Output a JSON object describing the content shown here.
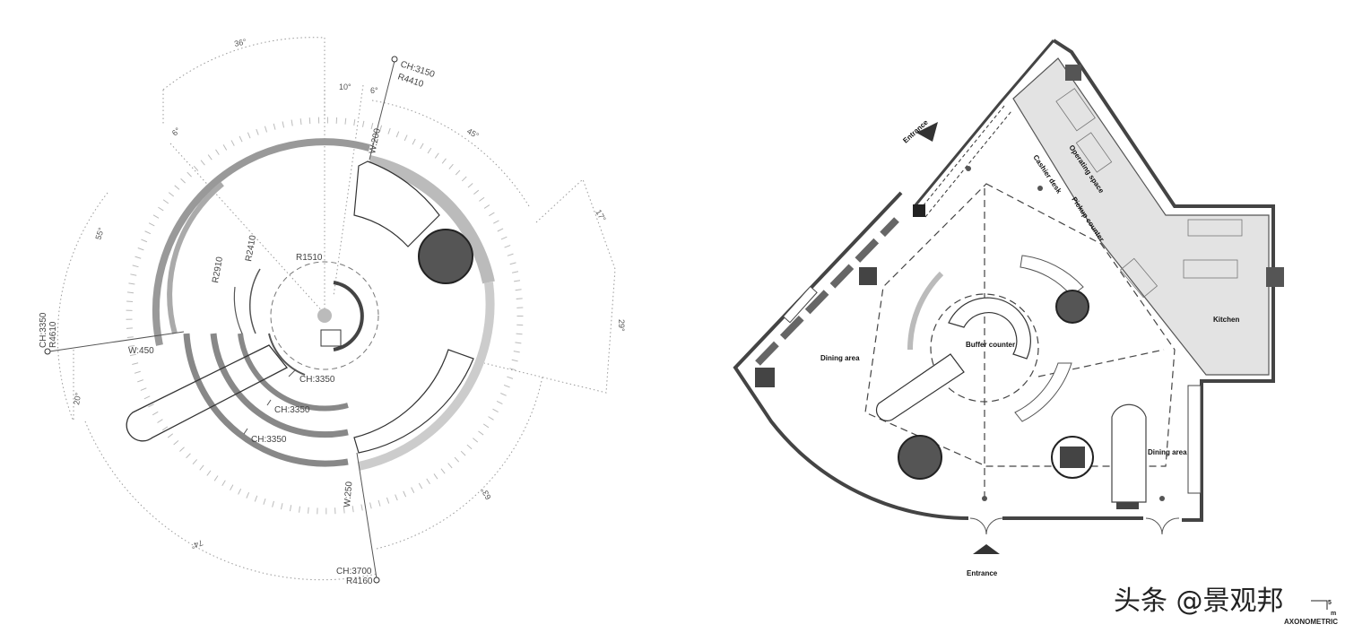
{
  "radial": {
    "angles": [
      "36°",
      "10°",
      "6°",
      "45°",
      "6°",
      "17°",
      "55°",
      "29°",
      "20°",
      "63°",
      "74°"
    ],
    "dims": {
      "ch_top": "CH:3150",
      "r_top": "R4410",
      "w_top": "W:200",
      "r1510": "R1510",
      "r2410": "R2410",
      "r2910": "R2910",
      "ch_left": "CH:3350",
      "r_left": "R4610",
      "w_left": "W:450",
      "ch_a": "CH:3350",
      "ch_b": "CH:3350",
      "ch_c": "CH:3350",
      "w_bottom": "W:250",
      "ch_bottom": "CH:3700",
      "r_bottom": "R4160"
    }
  },
  "plan": {
    "entrance_top": "Entrance",
    "entrance_bottom": "Entrance",
    "operating": "Operating space",
    "cashier": "Cashier desk",
    "pickup": "Pickup counter",
    "kitchen": "Kitchen",
    "buffer": "Buffer counter",
    "dining_left": "Dining area",
    "dining_right": "Dining area"
  },
  "watermark": {
    "text": "头条 @景观邦",
    "brand": "AXONOMETRIC",
    "scale_num": "5",
    "scale_unit": "m"
  }
}
